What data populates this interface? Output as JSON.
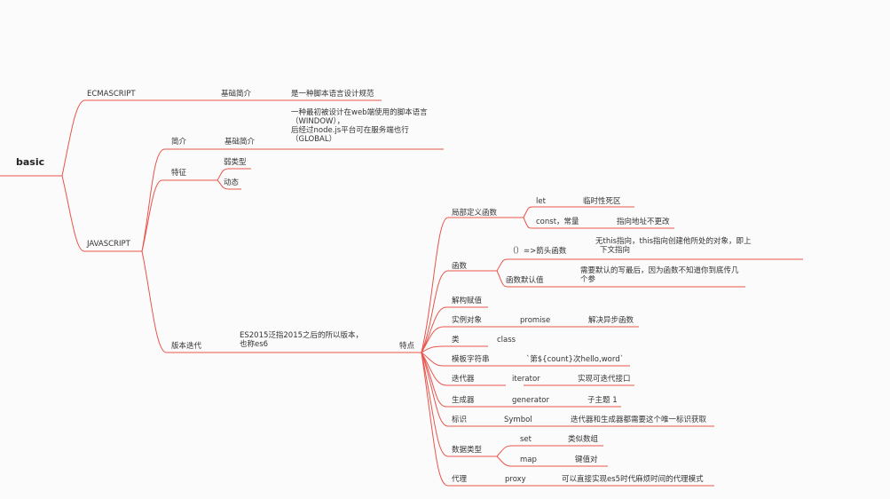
{
  "root": "basic",
  "ecma": {
    "label": "ECMASCRIPT",
    "sub": "基础简介",
    "desc": "是一种脚本语言设计规范"
  },
  "js": {
    "label": "JAVASCRIPT",
    "intro": {
      "label": "简介",
      "sub": "基础简介",
      "desc": [
        "一种最初被设计在web端使用的脚本语言（WINDOW），",
        "后经过node.js平台可在服务端也行（GLOBAL）"
      ]
    },
    "features": {
      "label": "特征",
      "items": [
        "弱类型",
        "动态"
      ]
    },
    "iteration": {
      "label": "版本迭代",
      "desc": [
        "ES2015泛指2015之后的所以版本，",
        "也称es6"
      ],
      "traits": {
        "label": "特点",
        "local": {
          "label": "局部定义函数",
          "let": "let",
          "let_desc": "临时性死区",
          "const": "const，常量",
          "const_desc": "指向地址不更改"
        },
        "func": {
          "label": "函数",
          "arrow": "（）=>箭头函数",
          "arrow_desc": [
            "无this指向，this指向创建他所处的对象，即上",
            "下文指向"
          ],
          "default": "函数默认值",
          "default_desc": [
            "需要默认的写最后，因为函数不知道你到底传几",
            "个参"
          ]
        },
        "destructure": "解构赋值",
        "instance": {
          "label": "实例对象",
          "sub": "promise",
          "desc": "解决异步函数"
        },
        "cls": {
          "label": "类",
          "sub": "class"
        },
        "template": {
          "label": "模板字符串",
          "sub": "`第${count}次hello,word`"
        },
        "iterator": {
          "label": "迭代器",
          "sub": "iterator",
          "desc": "实现可迭代接口"
        },
        "generator": {
          "label": "生成器",
          "sub": "generator",
          "desc": "子主题 1"
        },
        "symbol": {
          "label": "标识",
          "sub": "Symbol",
          "desc": "迭代器和生成器都需要这个唯一标识获取"
        },
        "datatype": {
          "label": "数据类型",
          "set": "set",
          "set_desc": "类似数组",
          "map": "map",
          "map_desc": "键值对"
        },
        "proxy": {
          "label": "代理",
          "sub": "proxy",
          "desc": "可以直接实现es5时代麻烦时间的代理模式"
        }
      }
    }
  },
  "colors": {
    "branch": "#e8544b",
    "text": "#333333",
    "background": "#fbfbfb"
  }
}
